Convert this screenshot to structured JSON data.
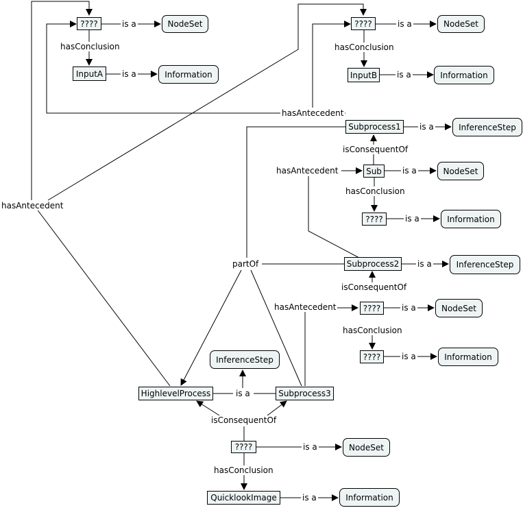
{
  "nodes": {
    "q_top_left": "????",
    "nodeset_1": "NodeSet",
    "inputA": "InputA",
    "information_1": "Information",
    "q_top_right": "????",
    "nodeset_2": "NodeSet",
    "inputB": "InputB",
    "information_2": "Information",
    "subprocess1": "Subprocess1",
    "inferencestep_1": "InferenceStep",
    "sub": "Sub",
    "nodeset_3": "NodeSet",
    "q_sub_conclusion": "????",
    "information_3": "Information",
    "subprocess2": "Subprocess2",
    "inferencestep_2": "InferenceStep",
    "q_sp2_consequent": "????",
    "nodeset_4": "NodeSet",
    "q_sp2_conclusion": "????",
    "information_4": "Information",
    "inferencestep_3": "InferenceStep",
    "highlevelprocess": "HighlevelProcess",
    "subprocess3": "Subprocess3",
    "q_bottom": "????",
    "nodeset_5": "NodeSet",
    "quicklookimage": "QuicklookImage",
    "information_5": "Information"
  },
  "labels": {
    "isa_1": "is a",
    "hasconclusion_1": "hasConclusion",
    "isa_2": "is a",
    "isa_3": "is a",
    "hasconclusion_2": "hasConclusion",
    "isa_4": "is a",
    "hasantecedent_top": "hasAntecedent",
    "isa_5": "is a",
    "isconsequentof_1": "isConsequentOf",
    "hasantecedent_sub": "hasAntecedent",
    "isa_6": "is a",
    "hasconclusion_3": "hasConclusion",
    "isa_7": "is a",
    "hasantecedent_left": "hasAntecedent",
    "partof": "partOf",
    "isa_8": "is a",
    "isconsequentof_2": "isConsequentOf",
    "hasantecedent_sp2": "hasAntecedent",
    "isa_9": "is a",
    "hasconclusion_4": "hasConclusion",
    "isa_10": "is a",
    "isa_11": "is a",
    "isconsequentof_3": "isConsequentOf",
    "isa_12": "is a",
    "hasconclusion_5": "hasConclusion",
    "isa_13": "is a"
  }
}
